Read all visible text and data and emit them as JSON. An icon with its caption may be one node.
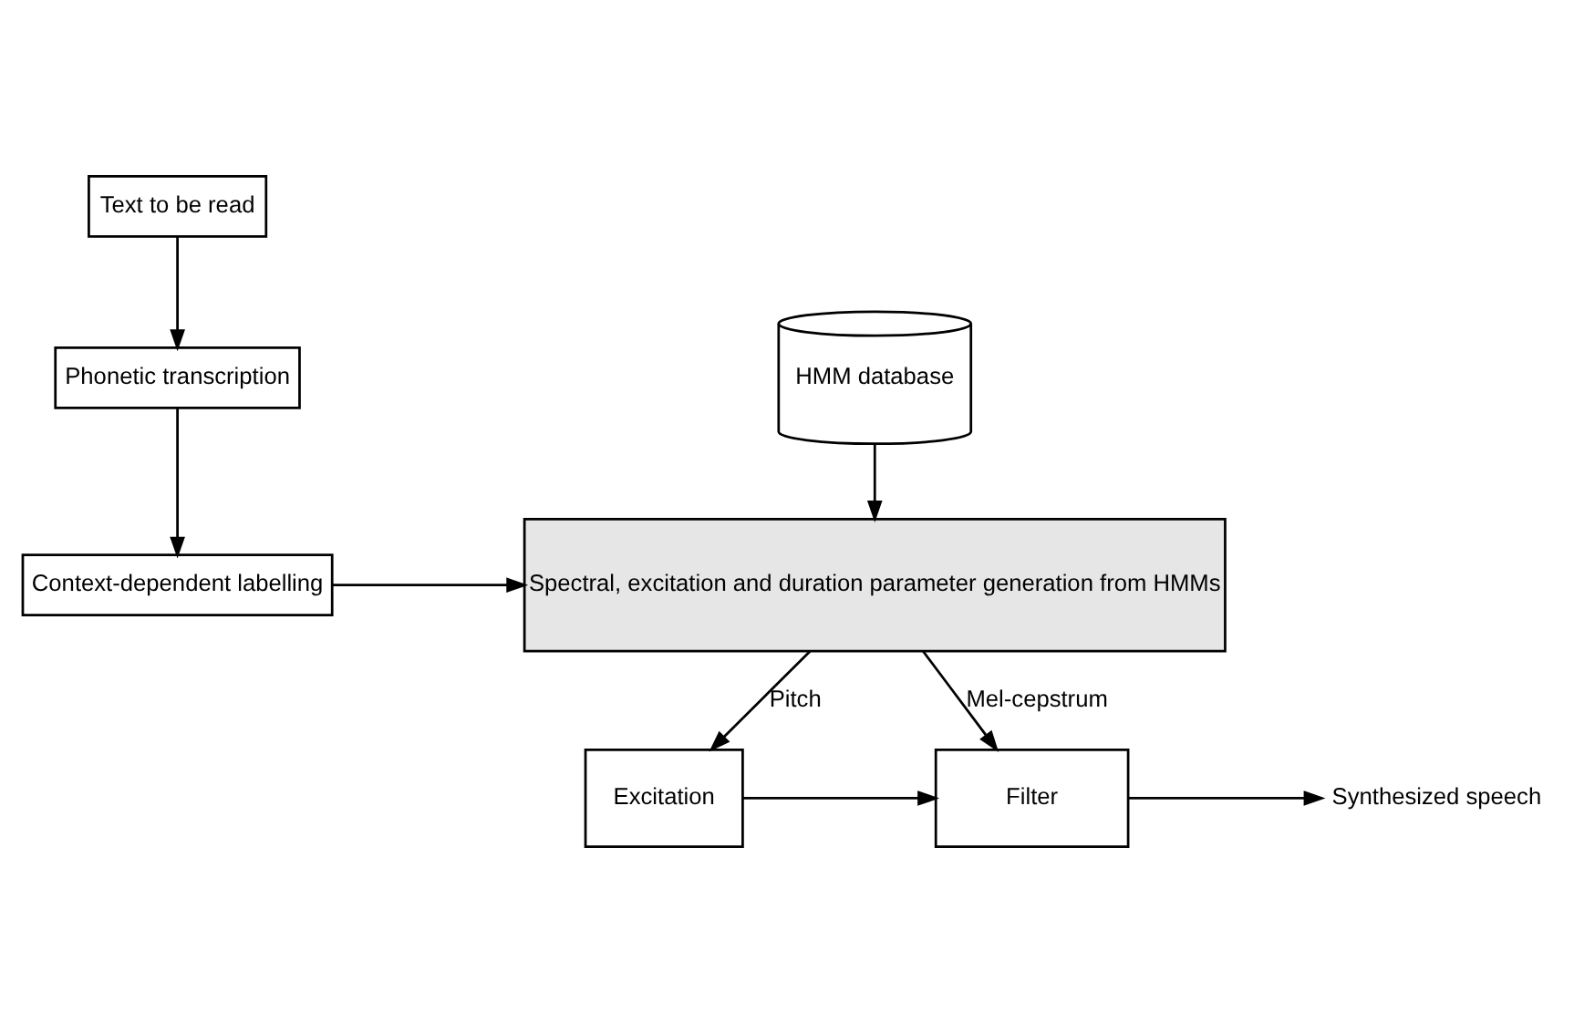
{
  "diagram": {
    "nodes": [
      {
        "text": [
          "Text to be read"
        ]
      },
      {
        "text": [
          "Phonetic transcription"
        ]
      },
      {
        "text": [
          "Context-dependent labelling"
        ]
      },
      {
        "text": [
          "HMM database"
        ]
      },
      {
        "text": [
          "Spectral, excitation and duration parameter generation from HMMs"
        ]
      },
      {
        "text": [
          "Excitation"
        ]
      },
      {
        "text": [
          "Filter"
        ]
      },
      {
        "text": [
          "Synthesized speech"
        ]
      }
    ],
    "edges": [
      {
        "from": 0,
        "to": 1,
        "arrow": "to"
      },
      {
        "from": 1,
        "to": 2,
        "arrow": "to"
      },
      {
        "from": 3,
        "to": 4,
        "arrow": "to"
      },
      {
        "from": 2,
        "to": 4,
        "arrow": "to"
      },
      {
        "from": 4,
        "to": 5,
        "arrow": "to",
        "label": "Pitch"
      },
      {
        "from": 4,
        "to": 6,
        "arrow": "to",
        "label": "Mel-cepstrum"
      },
      {
        "from": 5,
        "to": 6,
        "arrow": "to"
      },
      {
        "from": 6,
        "to": 7,
        "arrow": "to"
      }
    ]
  }
}
